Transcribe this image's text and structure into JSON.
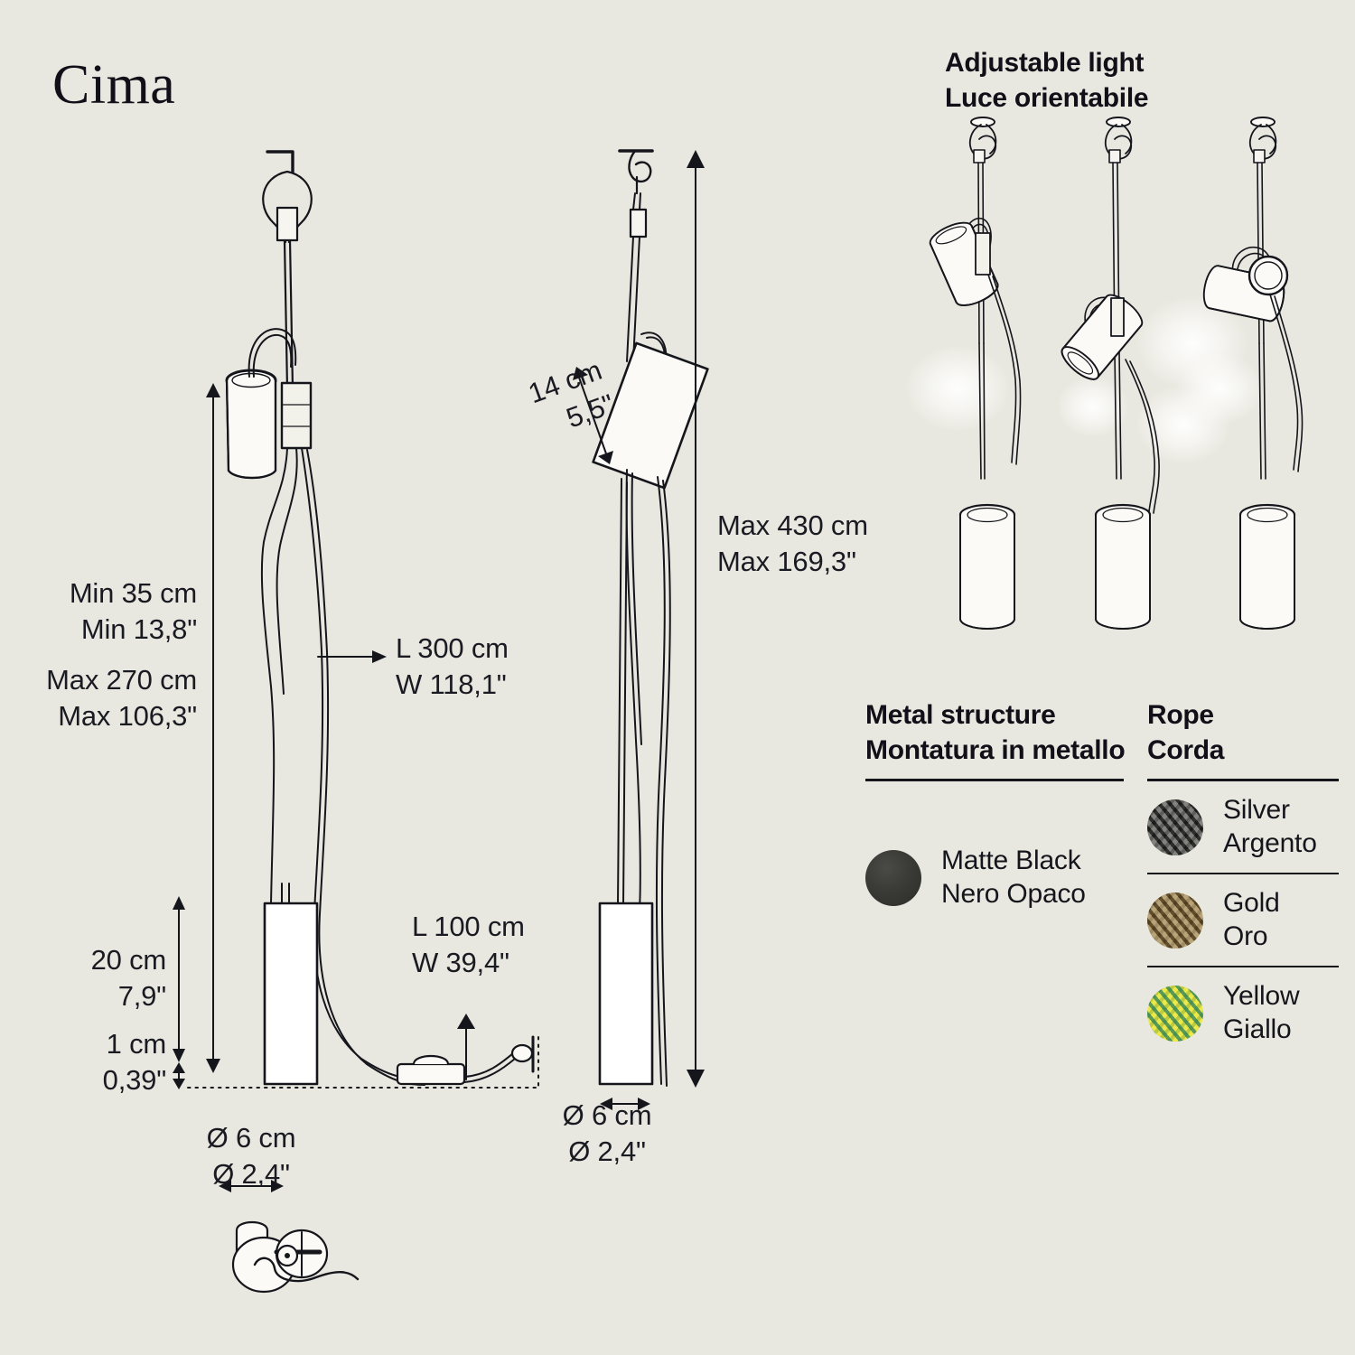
{
  "background_color": "#e9e8e0",
  "ink_color": "#15161c",
  "product": {
    "title": "Cima"
  },
  "drawings": {
    "front_view": {
      "name": "cima-front-elevation",
      "dimensions": {
        "min_height": {
          "cm": "Min 35 cm",
          "inch": "Min 13,8\""
        },
        "max_height": {
          "cm": "Max 270 cm",
          "inch": "Max 106,3\""
        },
        "rope_length": {
          "cm": "L 300 cm",
          "inch": "W 118,1\""
        },
        "cord_length": {
          "cm": "L 100 cm",
          "inch": "W 39,4\""
        },
        "body_height": {
          "cm": "20 cm",
          "inch": "7,9\""
        },
        "floor_gap": {
          "cm": "1 cm",
          "inch": "0,39\""
        },
        "diameter": {
          "cm": "Ø 6 cm",
          "inch": "Ø 2,4\""
        }
      }
    },
    "side_view": {
      "name": "cima-side-elevation",
      "dimensions": {
        "head_length": {
          "cm": "14 cm",
          "inch": "5,5\""
        },
        "max_drop": {
          "cm": "Max 430 cm",
          "inch": "Max 169,3\""
        },
        "diameter": {
          "cm": "Ø 6 cm",
          "inch": "Ø 2,4\""
        }
      }
    },
    "adjustable": {
      "heading": {
        "en": "Adjustable light",
        "it": "Luce orientabile"
      },
      "figures": [
        {
          "name": "adjustable-light-position-1",
          "tilt_label": "tilted-down-left"
        },
        {
          "name": "adjustable-light-position-2",
          "tilt_label": "tilted-down-right"
        },
        {
          "name": "adjustable-light-position-3",
          "tilt_label": "horizontal-left"
        }
      ]
    },
    "plan_detail": {
      "name": "cima-plan-detail"
    }
  },
  "legend": {
    "metal_structure": {
      "heading": {
        "en": "Metal structure",
        "it": "Montatura in metallo"
      },
      "options": [
        {
          "en": "Matte Black",
          "it": "Nero Opaco",
          "swatch": "sw-black",
          "color": "#3a3a36"
        }
      ]
    },
    "rope": {
      "heading": {
        "en": "Rope",
        "it": "Corda"
      },
      "options": [
        {
          "en": "Silver",
          "it": "Argento",
          "swatch": "sw-silver",
          "color": "#555550"
        },
        {
          "en": "Gold",
          "it": "Oro",
          "swatch": "sw-gold",
          "color": "#8a7449"
        },
        {
          "en": "Yellow",
          "it": "Giallo",
          "swatch": "sw-yellow",
          "color": "#e8e03a"
        }
      ]
    }
  }
}
